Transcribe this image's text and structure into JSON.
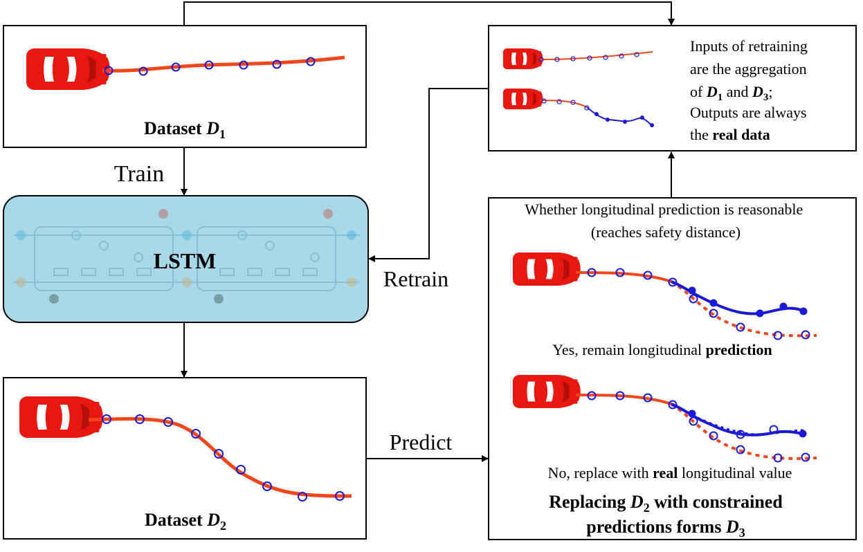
{
  "box_d1": {
    "title_prefix": "Dataset ",
    "title_var": "D",
    "title_sub": "1"
  },
  "box_d2": {
    "title_prefix": "Dataset ",
    "title_var": "D",
    "title_sub": "2"
  },
  "lstm": {
    "label": "LSTM"
  },
  "edges": {
    "train": "Train",
    "predict": "Predict",
    "retrain": "Retrain"
  },
  "retrain_box": {
    "line1": "Inputs of retraining",
    "line2": "are the aggregation",
    "line3_prefix": "of ",
    "line3_var1": "D",
    "line3_sub1": "1",
    "line3_mid": " and ",
    "line3_var2": "D",
    "line3_sub2": "3",
    "line3_suffix": ";",
    "line4": "Outputs are always",
    "line5_prefix": "the ",
    "line5_bold": "real data"
  },
  "check_box": {
    "question_line1": "Whether longitudinal  prediction is reasonable",
    "question_line2": "(reaches safety distance)",
    "yes_prefix": "Yes, remain longitudinal ",
    "yes_bold": "prediction",
    "no_prefix": "No, replace with ",
    "no_bold": "real",
    "no_suffix": " longitudinal value",
    "footer_line1_prefix": "Replacing ",
    "footer_line1_var": "D",
    "footer_line1_sub": "2",
    "footer_line1_suffix": " with constrained",
    "footer_line2_prefix": "predictions forms ",
    "footer_line2_var": "D",
    "footer_line2_sub": "3"
  },
  "colors": {
    "car_red": "#e8170f",
    "trajectory_orange": "#f0461a",
    "prediction_blue": "#1a1ad6",
    "lstm_fill": "#a9d9e8",
    "text": "#000000"
  }
}
